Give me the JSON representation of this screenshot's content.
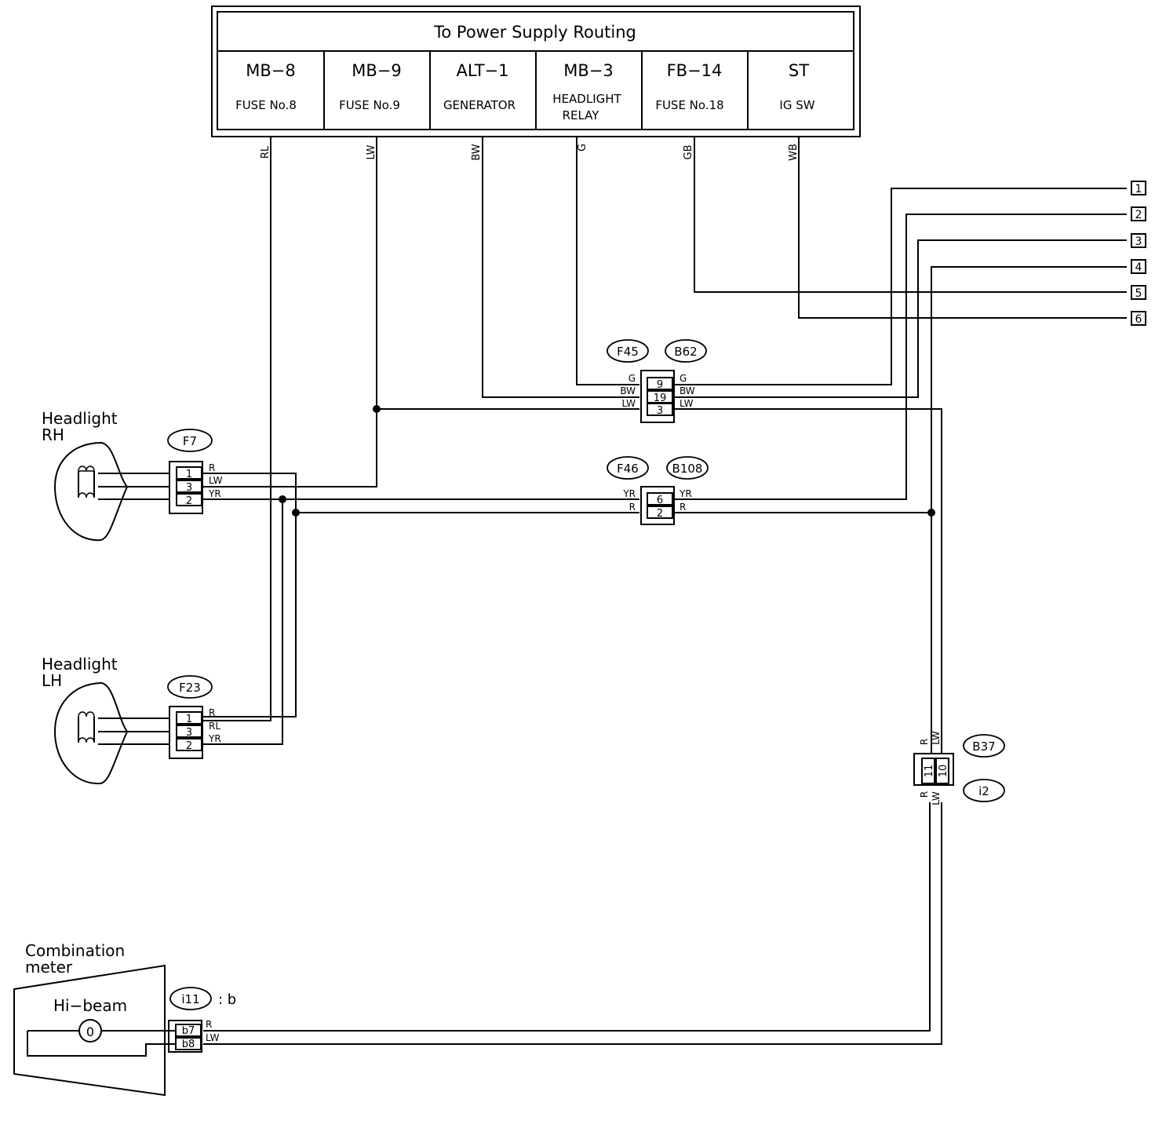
{
  "power_supply": {
    "title": "To Power Supply Routing",
    "columns": [
      {
        "code": "MB−8",
        "desc": "FUSE No.8",
        "wire": "RL"
      },
      {
        "code": "MB−9",
        "desc": "FUSE No.9",
        "wire": "LW"
      },
      {
        "code": "ALT−1",
        "desc": "GENERATOR",
        "wire": "BW"
      },
      {
        "code": "MB−3",
        "desc": "HEADLIGHT",
        "desc2": "RELAY",
        "wire": "G"
      },
      {
        "code": "FB−14",
        "desc": "FUSE No.18",
        "wire": "GB"
      },
      {
        "code": "ST",
        "desc": "IG SW",
        "wire": "WB"
      }
    ]
  },
  "terminals": [
    "1",
    "2",
    "3",
    "4",
    "5",
    "6"
  ],
  "components": {
    "headlight_rh": {
      "line1": "Headlight",
      "line2": "RH"
    },
    "headlight_lh": {
      "line1": "Headlight",
      "line2": "LH"
    },
    "combination_meter": {
      "line1": "Combination",
      "line2": "meter",
      "lamp": "Hi−beam"
    }
  },
  "connectors": {
    "f7": {
      "id": "F7",
      "pins": [
        "1",
        "3",
        "2"
      ],
      "wires": [
        "R",
        "LW",
        "YR"
      ]
    },
    "f23": {
      "id": "F23",
      "pins": [
        "1",
        "3",
        "2"
      ],
      "wires": [
        "R",
        "RL",
        "YR"
      ]
    },
    "f45": {
      "id": "F45",
      "pins": [
        "9",
        "19",
        "3"
      ],
      "wires_left": [
        "G",
        "BW",
        "LW"
      ]
    },
    "b62": {
      "id": "B62",
      "wires_right": [
        "G",
        "BW",
        "LW"
      ]
    },
    "f46": {
      "id": "F46",
      "pins": [
        "6",
        "2"
      ],
      "wires_left": [
        "YR",
        "R"
      ]
    },
    "b108": {
      "id": "B108",
      "wires_right": [
        "YR",
        "R"
      ]
    },
    "b37": {
      "id": "B37",
      "pins": [
        "11",
        "10"
      ],
      "wires_top": [
        "R",
        "LW"
      ]
    },
    "i2": {
      "id": "i2",
      "wires_bottom": [
        "R",
        "LW"
      ]
    },
    "i11": {
      "id": "i11",
      "suffix": ": b",
      "pins": [
        "b7",
        "b8"
      ],
      "wires": [
        "R",
        "LW"
      ]
    }
  }
}
